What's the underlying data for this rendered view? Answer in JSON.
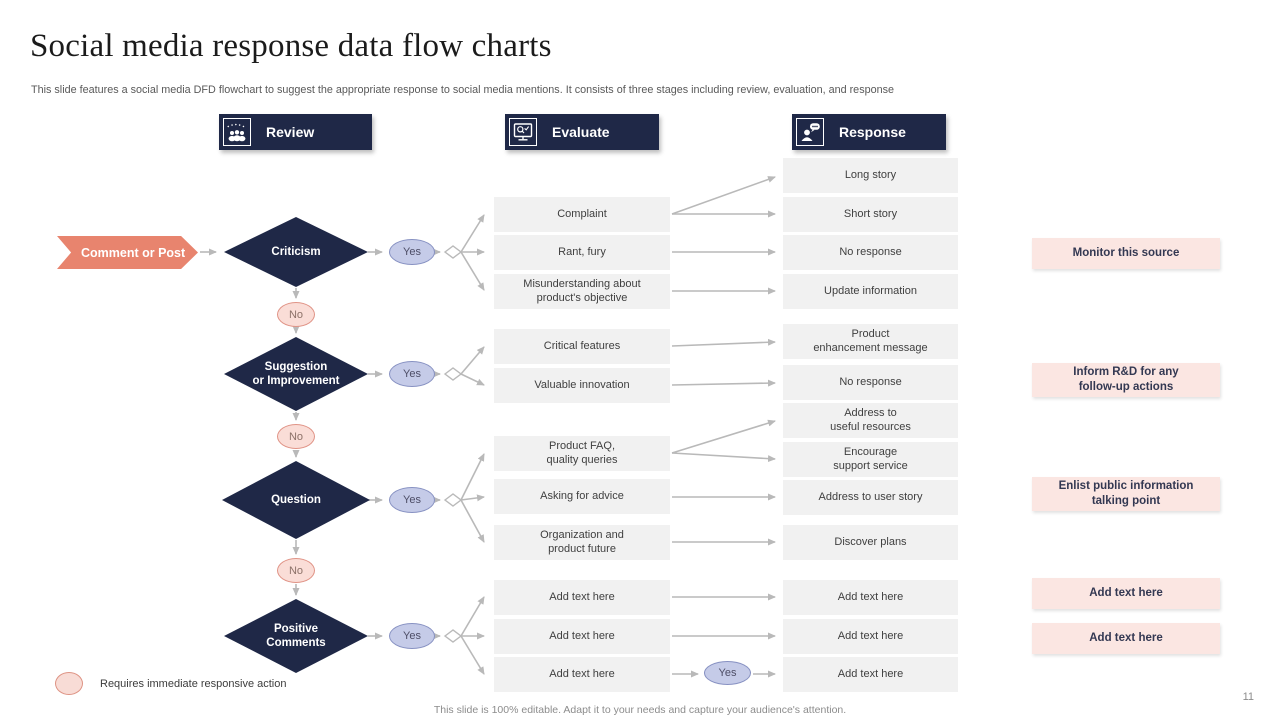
{
  "slide": {
    "title": "Social media response data flow charts",
    "subtitle": "This slide features a social media DFD flowchart to suggest the appropriate response to social media mentions. It consists of three stages including review, evaluation, and response",
    "footer": "This slide is 100% editable. Adapt it to your needs and capture your audience's attention.",
    "page_number": "11"
  },
  "colors": {
    "navy": "#1F2847",
    "salmon": "#E8846E",
    "lavender_fill": "#C5CBE8",
    "lavender_border": "#8791C2",
    "pink_ellipse_fill": "#FADDD7",
    "pink_ellipse_border": "#E09386",
    "pink_box_fill": "#FBE6E2",
    "gray_box_fill": "#F1F1F1",
    "connector_gray": "#B9B9B9"
  },
  "stages": [
    {
      "label": "Review",
      "icon": "audience-stars-icon"
    },
    {
      "label": "Evaluate",
      "icon": "monitor-magnifier-icon"
    },
    {
      "label": "Response",
      "icon": "person-speech-bubble-icon"
    }
  ],
  "start_label": "Comment or Post",
  "yes_label": "Yes",
  "no_label": "No",
  "decisions": [
    "Criticism",
    "Suggestion\nor Improvement",
    "Question",
    "Positive\nComments"
  ],
  "evaluate_boxes": [
    "Complaint",
    "Rant, fury",
    "Misunderstanding about\nproduct's objective",
    "Critical features",
    "Valuable innovation",
    "Product FAQ,\nquality queries",
    "Asking for advice",
    "Organization and\nproduct future",
    "Add text here",
    "Add text here",
    "Add text here"
  ],
  "response_boxes": [
    "Long story",
    "Short story",
    "No response",
    "Update information",
    "Product\nenhancement message",
    "No response",
    "Address to\nuseful resources",
    "Encourage\nsupport service",
    "Address to user story",
    "Discover plans",
    "Add text here",
    "Add text here",
    "Add text here"
  ],
  "action_boxes": [
    "Monitor this source",
    "Inform R&D for any\nfollow-up actions",
    "Enlist public information\ntalking point",
    "Add text here",
    "Add text here"
  ],
  "legend": {
    "label": "Requires immediate responsive action"
  }
}
